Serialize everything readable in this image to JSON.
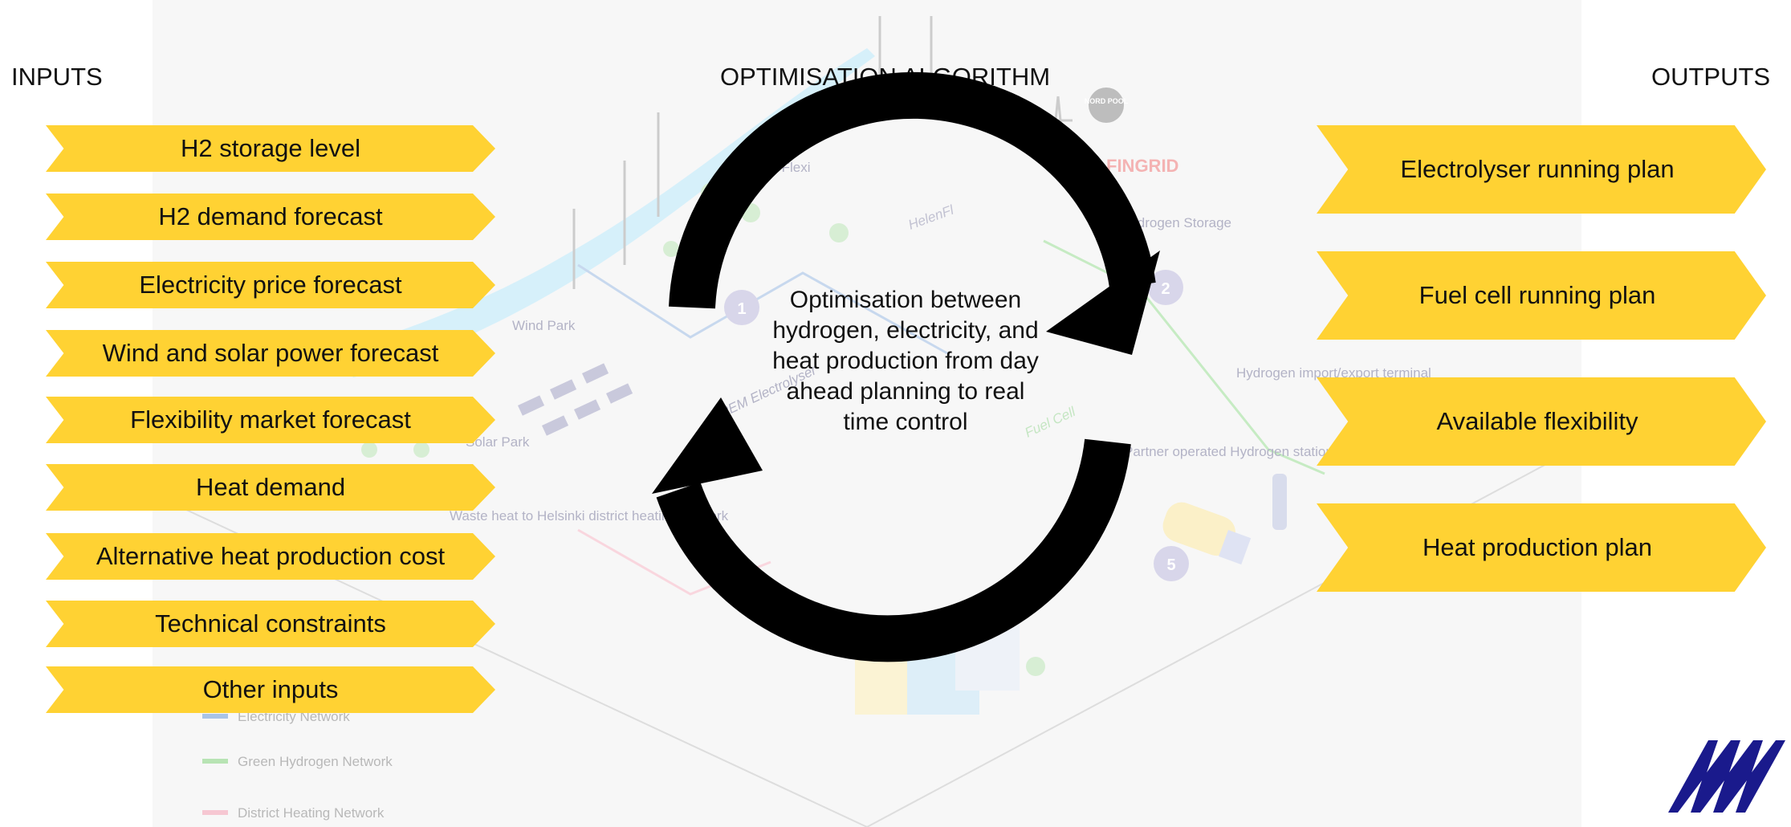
{
  "headers": {
    "inputs": "INPUTS",
    "algorithm": "OPTIMISATION ALGORITHM",
    "outputs": "OUTPUTS"
  },
  "inputs": [
    "H2 storage level",
    "H2 demand forecast",
    "Electricity price forecast",
    "Wind and solar power forecast",
    "Flexibility market forecast",
    "Heat demand",
    "Alternative heat production cost",
    "Technical constraints",
    "Other inputs"
  ],
  "outputs": [
    "Electrolyser running plan",
    "Fuel cell running plan",
    "Available flexibility",
    "Heat production plan"
  ],
  "center_text": "Optimisation between hydrogen, electricity, and heat production from day ahead planning to real time control",
  "background": {
    "labels": {
      "energy_flex": "Energy Flexi",
      "helen": "HelenFl",
      "fingrid": "FINGRID",
      "nordpool": "NORD POOL",
      "hydrogen_storage": "Hydrogen Storage",
      "wind_park": "Wind Park",
      "solar_park": "Solar Park",
      "pem": "PEM Electrolyser",
      "fuel_cell": "Fuel Cell",
      "hydrogen_import": "Hydrogen import/export terminal",
      "partner_station": "Partner operated Hydrogen station",
      "waste_heat": "Waste heat to Helsinki district heating network"
    },
    "badges": [
      "1",
      "2",
      "5"
    ],
    "legend": [
      "Electricity Network",
      "Green Hydrogen Network",
      "District Heating Network"
    ]
  },
  "colors": {
    "chevron": "#ffd233",
    "arrows": "#000000",
    "logo": "#1a1a8c",
    "electricity": "#a9c3e6",
    "hydrogen": "#9fdc9a",
    "heating": "#f6b8c6",
    "water": "#bde7f7"
  }
}
